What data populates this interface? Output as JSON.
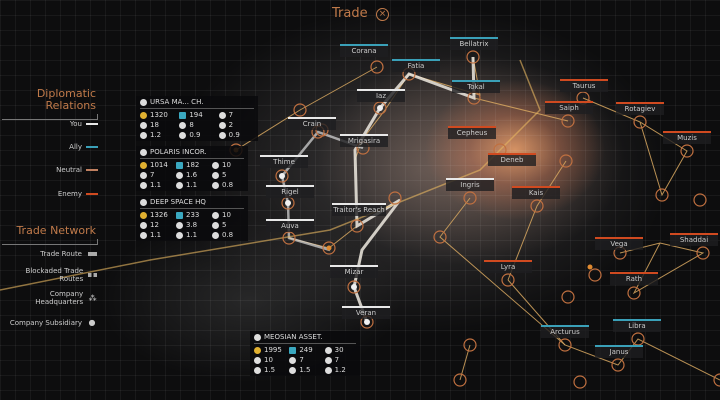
{
  "header": {
    "title": "Trade",
    "close_icon": "close-circle-icon"
  },
  "legend": {
    "diplomatic_title": "Diplomatic Relations",
    "relations": [
      {
        "label": "You",
        "color": "#e8e8e8"
      },
      {
        "label": "Ally",
        "color": "#3aa0b8"
      },
      {
        "label": "Neutral",
        "color": "#c08060"
      },
      {
        "label": "Enemy",
        "color": "#d04a20"
      }
    ],
    "trade_title": "Trade Network",
    "trade_items": [
      {
        "label": "Trade Route",
        "icon": "trade-route-icon"
      },
      {
        "label": "Blockaded Trade Routes",
        "icon": "blockaded-route-icon"
      },
      {
        "label": "Company Headquarters",
        "icon": "headquarters-icon"
      },
      {
        "label": "Company Subsidiary",
        "icon": "subsidiary-icon"
      }
    ]
  },
  "colors": {
    "accent": "#c07a4a",
    "route": "#d8a860",
    "node": "#c07040"
  },
  "systems": [
    {
      "name": "Corana",
      "relation": "ally"
    },
    {
      "name": "Fatia",
      "relation": "ally"
    },
    {
      "name": "Bellatrix",
      "relation": "ally"
    },
    {
      "name": "Iaz",
      "relation": "you"
    },
    {
      "name": "Tokal",
      "relation": "ally"
    },
    {
      "name": "Cepheus",
      "relation": "enemy"
    },
    {
      "name": "Taurus",
      "relation": "enemy"
    },
    {
      "name": "Saiph",
      "relation": "enemy"
    },
    {
      "name": "Rotagiev",
      "relation": "enemy"
    },
    {
      "name": "Muzis",
      "relation": "enemy"
    },
    {
      "name": "Deneb",
      "relation": "enemy"
    },
    {
      "name": "Ingris",
      "relation": "you"
    },
    {
      "name": "Kais",
      "relation": "enemy"
    },
    {
      "name": "Vega",
      "relation": "enemy"
    },
    {
      "name": "Shaddai",
      "relation": "enemy"
    },
    {
      "name": "Lyra",
      "relation": "enemy"
    },
    {
      "name": "Rath",
      "relation": "enemy"
    },
    {
      "name": "Arcturus",
      "relation": "ally"
    },
    {
      "name": "Libra",
      "relation": "ally"
    },
    {
      "name": "Janus",
      "relation": "ally"
    },
    {
      "name": "Traitor's Reach",
      "relation": "you"
    },
    {
      "name": "Mrigasira",
      "relation": "you"
    },
    {
      "name": "Crain",
      "relation": "you"
    },
    {
      "name": "Thime",
      "relation": "you"
    },
    {
      "name": "Rigel",
      "relation": "you"
    },
    {
      "name": "Auva",
      "relation": "you"
    },
    {
      "name": "Mizar",
      "relation": "you"
    },
    {
      "name": "Veran",
      "relation": "you"
    }
  ],
  "companies": [
    {
      "name": "URSA MA... CH.",
      "stats": [
        "1320",
        "194",
        "7",
        "18",
        "8",
        "2",
        "1.2",
        "0.9",
        "0.9"
      ]
    },
    {
      "name": "POLARIS INCOR.",
      "stats": [
        "1014",
        "182",
        "10",
        "7",
        "1.6",
        "5",
        "1.1",
        "1.1",
        "0.8"
      ]
    },
    {
      "name": "DEEP SPACE HQ",
      "stats": [
        "1326",
        "233",
        "10",
        "12",
        "3.8",
        "5",
        "1.1",
        "1.1",
        "0.8"
      ]
    },
    {
      "name": "MEOSIAN ASSET.",
      "stats": [
        "1995",
        "249",
        "30",
        "10",
        "7",
        "7",
        "1.5",
        "1.5",
        "1.2"
      ]
    }
  ]
}
